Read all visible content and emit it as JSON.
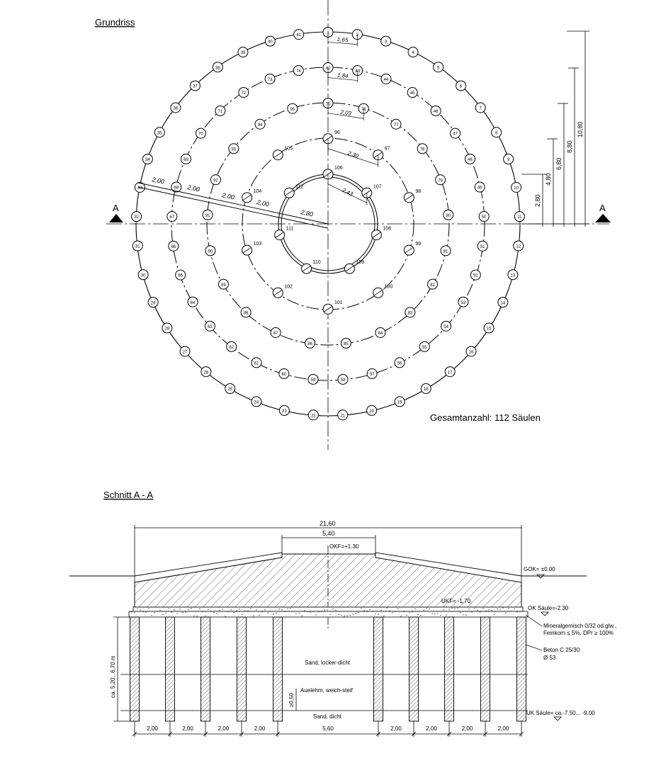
{
  "titles": {
    "plan": "Grundriss",
    "section": "Schnitt A - A"
  },
  "section_marker": "A",
  "total_count": "Gesamtanzahl: 112 Säulen",
  "rings": [
    {
      "name": "ring-1",
      "radius_m": 10.8,
      "start": 1,
      "count": 41,
      "spacing_label": "1,65"
    },
    {
      "name": "ring-2",
      "radius_m": 8.8,
      "start": 42,
      "count": 33,
      "spacing_label": "1,84"
    },
    {
      "name": "ring-3",
      "radius_m": 6.8,
      "start": 75,
      "count": 21,
      "spacing_label": "2,03"
    },
    {
      "name": "ring-4",
      "radius_m": 4.8,
      "start": 96,
      "count": 10,
      "spacing_label": "2,30"
    },
    {
      "name": "ring-5",
      "radius_m": 2.8,
      "start": 106,
      "count": 7,
      "spacing_label": "2,43"
    }
  ],
  "radii_labels": [
    "2,80",
    "4,80",
    "6,80",
    "8,80",
    "10,80"
  ],
  "radial_spacing_labels": [
    "2,80",
    "2,00",
    "2,00",
    "2,00",
    "2,00"
  ],
  "section": {
    "overall_width": "21,60",
    "top_width": "5,40",
    "okf": "OKF=+1.30",
    "gok": "GOK= ±0.00",
    "ukf": "UKF= -1.70",
    "ok_saeule": "OK Säule=-2.30",
    "uk_saeule": "UK Säule= ca.-7.50... -9,00",
    "mineral_1": "Mineralgemisch 0/32 od.glw.,",
    "mineral_2": "Feinkorn ≤ 5%, DPr ≥ 100%",
    "beton": "Beton C 25/30",
    "diameter": "Ø 53",
    "length": "ca. 5,20...6,70 m",
    "soil_1": "Sand, locker-dicht",
    "soil_2": "Auelehm, weich-steif",
    "soil_2_thickness": "≥0,50",
    "soil_3": "Sand, dicht",
    "bottom_dims": [
      "2,00",
      "2,00",
      "2,00",
      "2,00",
      "5,60",
      "2,00",
      "2,00",
      "2,00",
      "2,00"
    ]
  }
}
